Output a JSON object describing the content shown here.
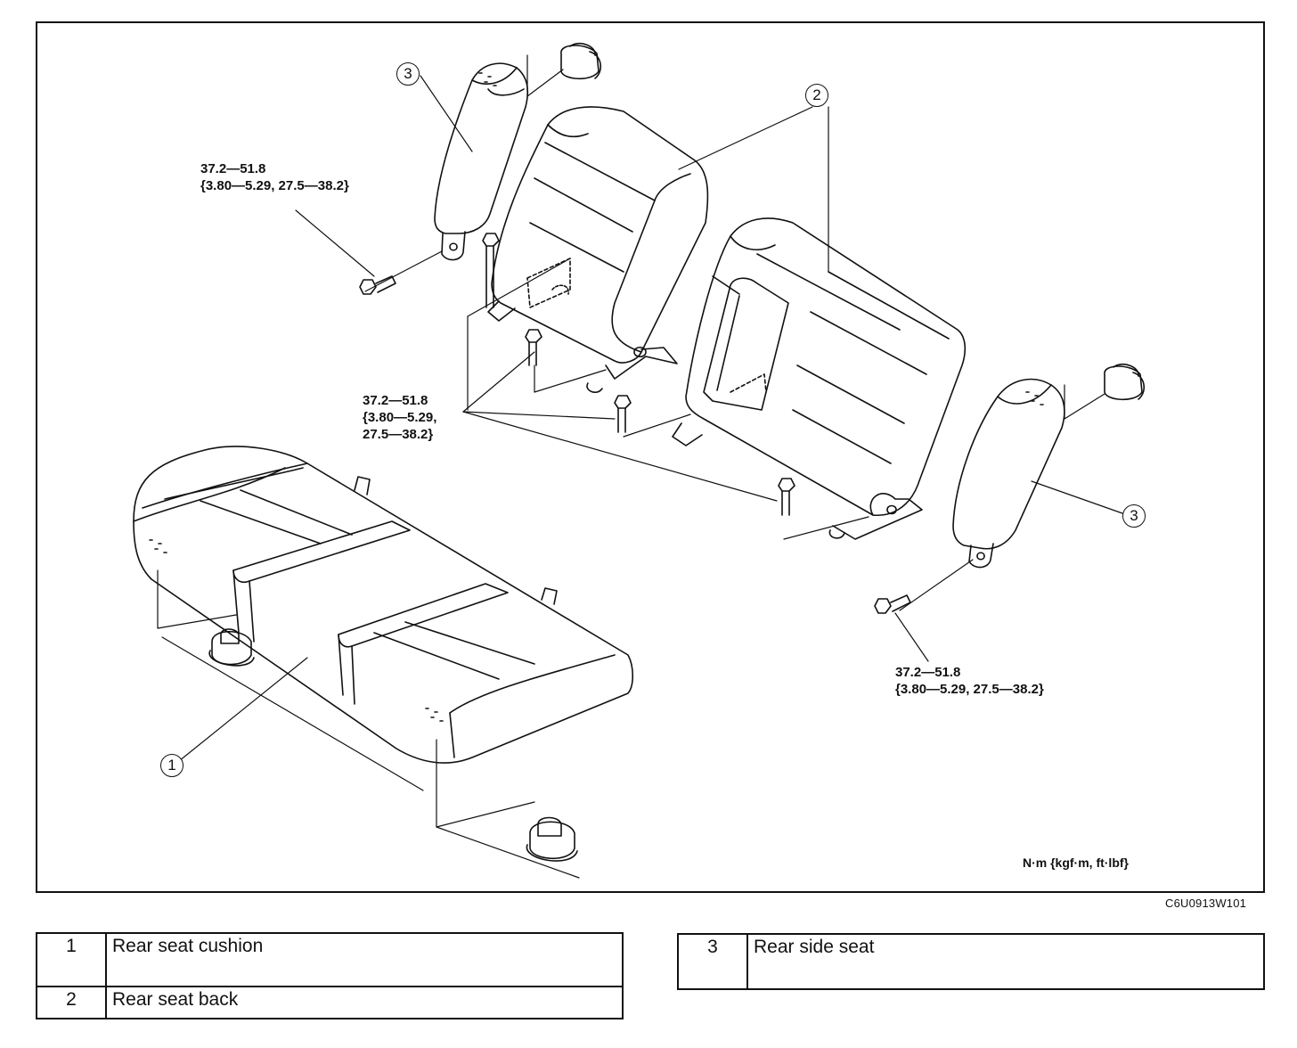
{
  "diagram": {
    "callouts": {
      "c1": "1",
      "c2": "2",
      "c3a": "3",
      "c3b": "3"
    },
    "torque_specs": {
      "side_left": "37.2—51.8\n{3.80—5.29, 27.5—38.2}",
      "back_center": "37.2—51.8\n{3.80—5.29,\n27.5—38.2}",
      "side_right": "37.2—51.8\n{3.80—5.29, 27.5—38.2}"
    },
    "unit_note": "N·m {kgf·m, ft·lbf}",
    "figure_code": "C6U0913W101"
  },
  "legend": {
    "left": [
      {
        "num": "1",
        "label": "Rear seat cushion"
      },
      {
        "num": "2",
        "label": "Rear seat back"
      }
    ],
    "right": [
      {
        "num": "3",
        "label": "Rear side seat"
      }
    ]
  }
}
